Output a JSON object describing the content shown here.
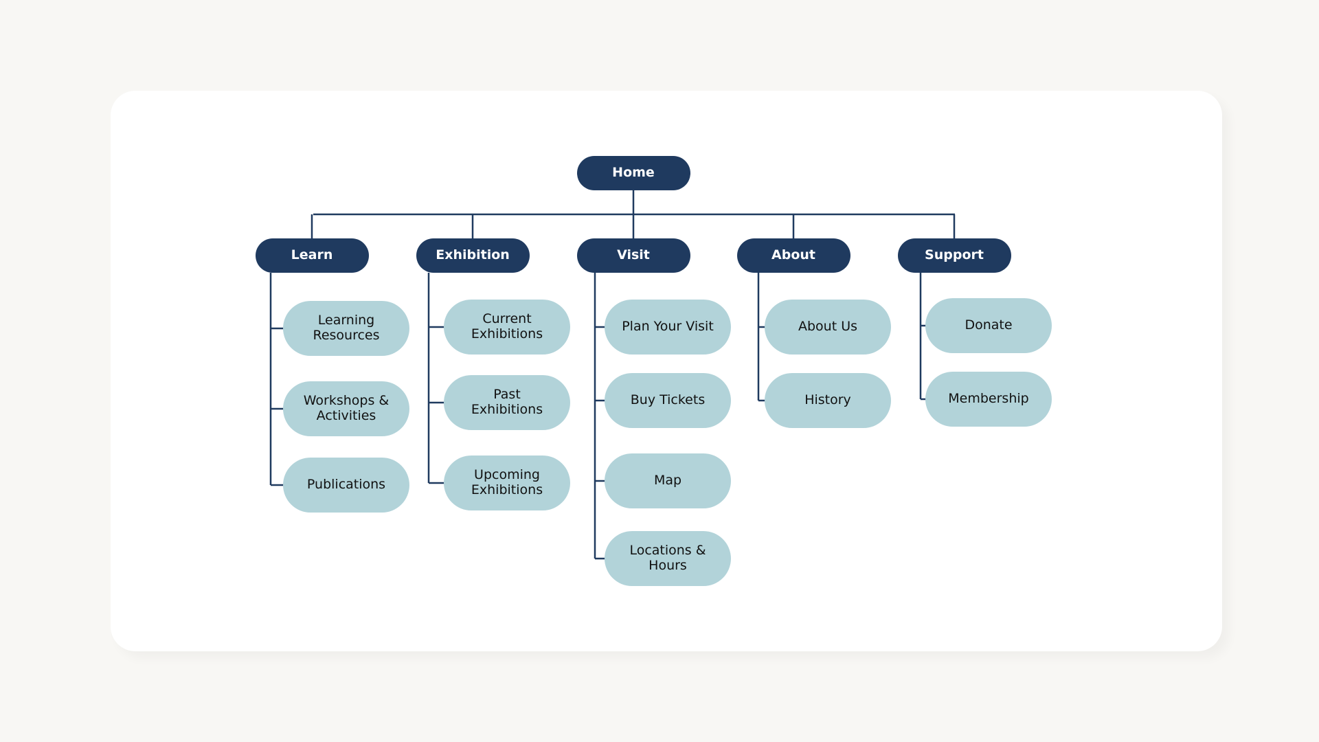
{
  "colors": {
    "page_background": "#f8f7f4",
    "card_background": "#ffffff",
    "primary_node": "#1f3a5f",
    "secondary_node": "#b2d3d9",
    "connector": "#1f3a5f"
  },
  "sitemap": {
    "root": "Home",
    "sections": [
      {
        "label": "Learn",
        "children": [
          "Learning Resources",
          "Workshops & Activities",
          "Publications"
        ]
      },
      {
        "label": "Exhibition",
        "children": [
          "Current Exhibitions",
          "Past Exhibitions",
          "Upcoming Exhibitions"
        ]
      },
      {
        "label": "Visit",
        "children": [
          "Plan Your Visit",
          "Buy Tickets",
          "Map",
          "Locations & Hours"
        ]
      },
      {
        "label": "About",
        "children": [
          "About Us",
          "History"
        ]
      },
      {
        "label": "Support",
        "children": [
          "Donate",
          "Membership"
        ]
      }
    ]
  }
}
